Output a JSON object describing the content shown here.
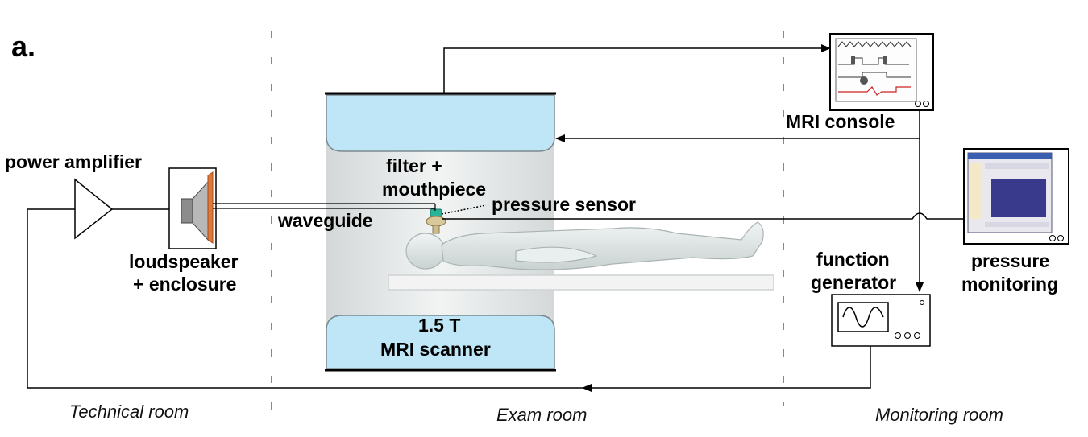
{
  "panel_label": "a.",
  "rooms": {
    "technical": "Technical room",
    "exam": "Exam room",
    "monitoring": "Monitoring room"
  },
  "components": {
    "power_amplifier": "power amplifier",
    "loudspeaker_line1": "loudspeaker",
    "loudspeaker_line2": "+ enclosure",
    "waveguide": "waveguide",
    "filter_line1": "filter +",
    "filter_line2": "mouthpiece",
    "pressure_sensor": "pressure sensor",
    "scanner_line1": "1.5 T",
    "scanner_line2": "MRI scanner",
    "mri_console": "MRI console",
    "function_gen_line1": "function",
    "function_gen_line2": "generator",
    "pressure_mon_line1": "pressure",
    "pressure_mon_line2": "monitoring"
  },
  "colors": {
    "magnet": "#bfe6f7",
    "bore": "#e9ecec",
    "body": "#dfe5e5",
    "speaker_cone": "#e07a3a",
    "plot": "#3a3a8c",
    "filter": "#2bb39a"
  }
}
